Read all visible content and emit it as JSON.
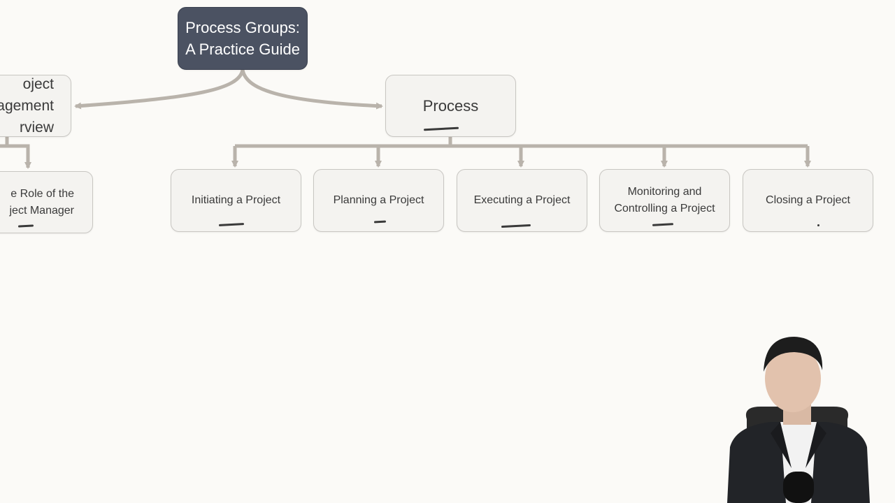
{
  "diagram": {
    "root": {
      "lines": [
        "Process Groups:",
        "A Practice Guide"
      ]
    },
    "overview": {
      "lines": [
        "oject",
        "agement",
        "rview"
      ]
    },
    "role": {
      "lines": [
        "e Role of the",
        "ject Manager"
      ]
    },
    "process": {
      "label": "Process"
    },
    "process_groups": [
      {
        "lines": [
          "Initiating a Project"
        ]
      },
      {
        "lines": [
          "Planning a Project"
        ]
      },
      {
        "lines": [
          "Executing a Project"
        ]
      },
      {
        "lines": [
          "Monitoring and",
          "Controlling a Project"
        ]
      },
      {
        "lines": [
          "Closing a Project"
        ]
      }
    ]
  },
  "colors": {
    "root_fill": "#4b5262",
    "node_fill": "#f4f3f0",
    "node_border": "#c8c6c2",
    "connector": "#b9b3ab",
    "background": "#fbfaf7"
  }
}
